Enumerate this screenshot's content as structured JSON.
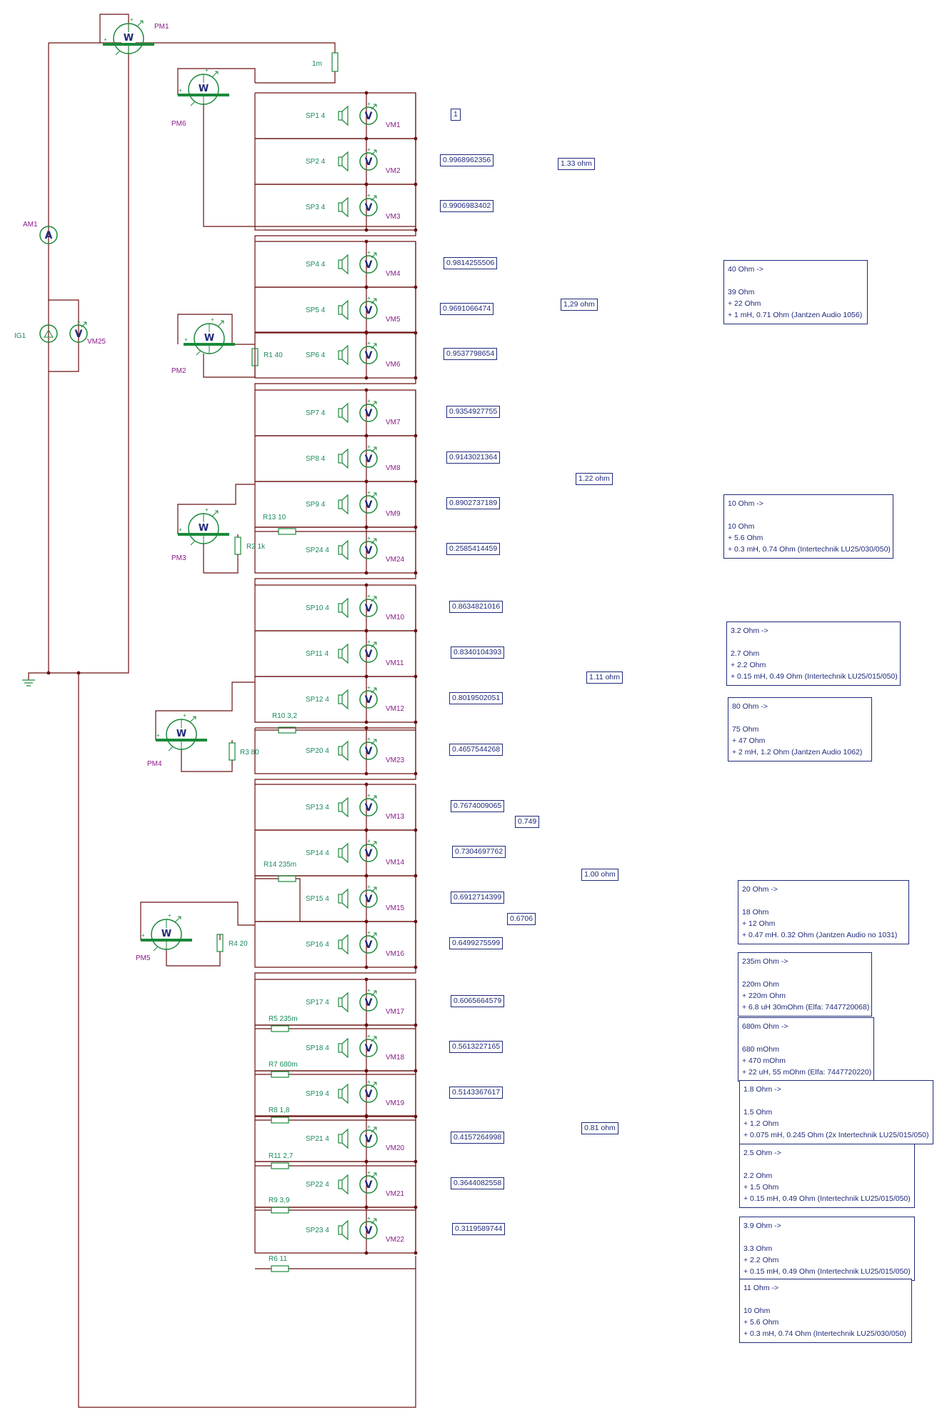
{
  "meters": {
    "pm1": "PM1",
    "pm6": "PM6",
    "pm2": "PM2",
    "pm3": "PM3",
    "pm4": "PM4",
    "pm5": "PM5",
    "am1": "AM1",
    "ig1": "IG1",
    "vm25": "VM25",
    "w": "W",
    "v": "V",
    "a": "A"
  },
  "r_1m": "1m",
  "rows": [
    {
      "sp": "SP1 4",
      "vm": "VM1",
      "val": "1"
    },
    {
      "sp": "SP2 4",
      "vm": "VM2",
      "val": "0.9968962356"
    },
    {
      "sp": "SP3 4",
      "vm": "VM3",
      "val": "0.9906983402"
    },
    {
      "sp": "SP4 4",
      "vm": "VM4",
      "val": "0.9814255506"
    },
    {
      "sp": "SP5 4",
      "vm": "VM5",
      "val": "0.9691066474"
    },
    {
      "sp": "SP6 4",
      "vm": "VM6",
      "val": "0.9537798654"
    },
    {
      "sp": "SP7 4",
      "vm": "VM7",
      "val": "0.9354927755"
    },
    {
      "sp": "SP8 4",
      "vm": "VM8",
      "val": "0.9143021364"
    },
    {
      "sp": "SP9 4",
      "vm": "VM9",
      "val": "0.8902737189"
    },
    {
      "sp": "SP24 4",
      "vm": "VM24",
      "val": "0.2585414459"
    },
    {
      "sp": "SP10 4",
      "vm": "VM10",
      "val": "0.8634821016"
    },
    {
      "sp": "SP11 4",
      "vm": "VM11",
      "val": "0.8340104393"
    },
    {
      "sp": "SP12 4",
      "vm": "VM12",
      "val": "0.8019502051"
    },
    {
      "sp": "SP20 4",
      "vm": "VM23",
      "val": "0.4657544268"
    },
    {
      "sp": "SP13 4",
      "vm": "VM13",
      "val": "0.7674009065"
    },
    {
      "sp": "SP14 4",
      "vm": "VM14",
      "val": "0.7304697762"
    },
    {
      "sp": "SP15 4",
      "vm": "VM15",
      "val": "0.6912714399"
    },
    {
      "sp": "SP16 4",
      "vm": "VM16",
      "val": "0.6499275599"
    },
    {
      "sp": "SP17 4",
      "vm": "VM17",
      "val": "0.6065664579"
    },
    {
      "sp": "SP18 4",
      "vm": "VM18",
      "val": "0.5613227165"
    },
    {
      "sp": "SP19 4",
      "vm": "VM19",
      "val": "0.5143367617"
    },
    {
      "sp": "SP21 4",
      "vm": "VM20",
      "val": "0.4157264998"
    },
    {
      "sp": "SP22 4",
      "vm": "VM21",
      "val": "0.3644082558"
    },
    {
      "sp": "SP23 4",
      "vm": "VM22",
      "val": "0.3119589744"
    }
  ],
  "resistors": {
    "r1": "R1 40",
    "r2": "R2 1k",
    "r13": "R13 10",
    "r3": "R3 80",
    "r10": "R10 3,2",
    "r14": "R14 235m",
    "r4": "R4 20",
    "r5": "R5 235m",
    "r7": "R7 680m",
    "r8": "R8 1,8",
    "r11": "R11 2,7",
    "r9": "R9 3,9",
    "r6": "R6 11"
  },
  "impedance": {
    "g1": "1.33 ohm",
    "g2": "1,29 ohm",
    "g3": "1.22 ohm",
    "g4": "1.11 ohm",
    "g5": "1.00 ohm",
    "g6": "0.81 ohm",
    "m1": "0.749",
    "m2": "0.6706"
  },
  "notes": {
    "n1": "40 Ohm ->\n\n39 Ohm\n+ 22 Ohm\n+ 1 mH, 0.71 Ohm (Jantzen Audio 1056)",
    "n2": "10 Ohm ->\n\n10 Ohm\n+ 5.6 Ohm\n+ 0.3 mH, 0.74 Ohm (Intertechnik LU25/030/050)",
    "n3": "3.2 Ohm ->\n\n2.7 Ohm\n+ 2.2 Ohm\n+ 0.15 mH, 0.49 Ohm (Intertechnik LU25/015/050)",
    "n4": "80 Ohm ->\n\n75 Ohm\n+ 47 Ohm\n+ 2 mH, 1.2 Ohm (Jantzen Audio 1062)",
    "n5": "20 Ohm ->\n\n18 Ohm\n+ 12 Ohm\n+ 0.47 mH. 0.32 Ohm (Jantzen Audio no 1031)",
    "n6": "235m Ohm ->\n\n220m Ohm\n+ 220m Ohm\n+ 6.8 uH 30mOhm (Elfa: 7447720068)",
    "n7": "680m Ohm ->\n\n680 mOhm\n+ 470 mOhm\n+ 22 uH, 55 mOhm (Elfa: 7447720220)",
    "n8": "1.8 Ohm ->\n\n1.5 Ohm\n+ 1.2 Ohm\n+ 0.075 mH, 0.245 Ohm (2x Intertechnik LU25/015/050)",
    "n9": "2.5 Ohm ->\n\n2.2 Ohm\n+ 1.5 Ohm\n+ 0.15 mH, 0.49 Ohm (Intertechnik LU25/015/050)",
    "n10": "3.9 Ohm ->\n\n3.3 Ohm\n+ 2.2 Ohm\n+ 0.15 mH, 0.49 Ohm (Intertechnik LU25/015/050)",
    "n11": "11 Ohm ->\n\n10 Ohm\n+ 5.6 Ohm\n+ 0.3 mH, 0.74 Ohm (Intertechnik LU25/030/050)"
  }
}
